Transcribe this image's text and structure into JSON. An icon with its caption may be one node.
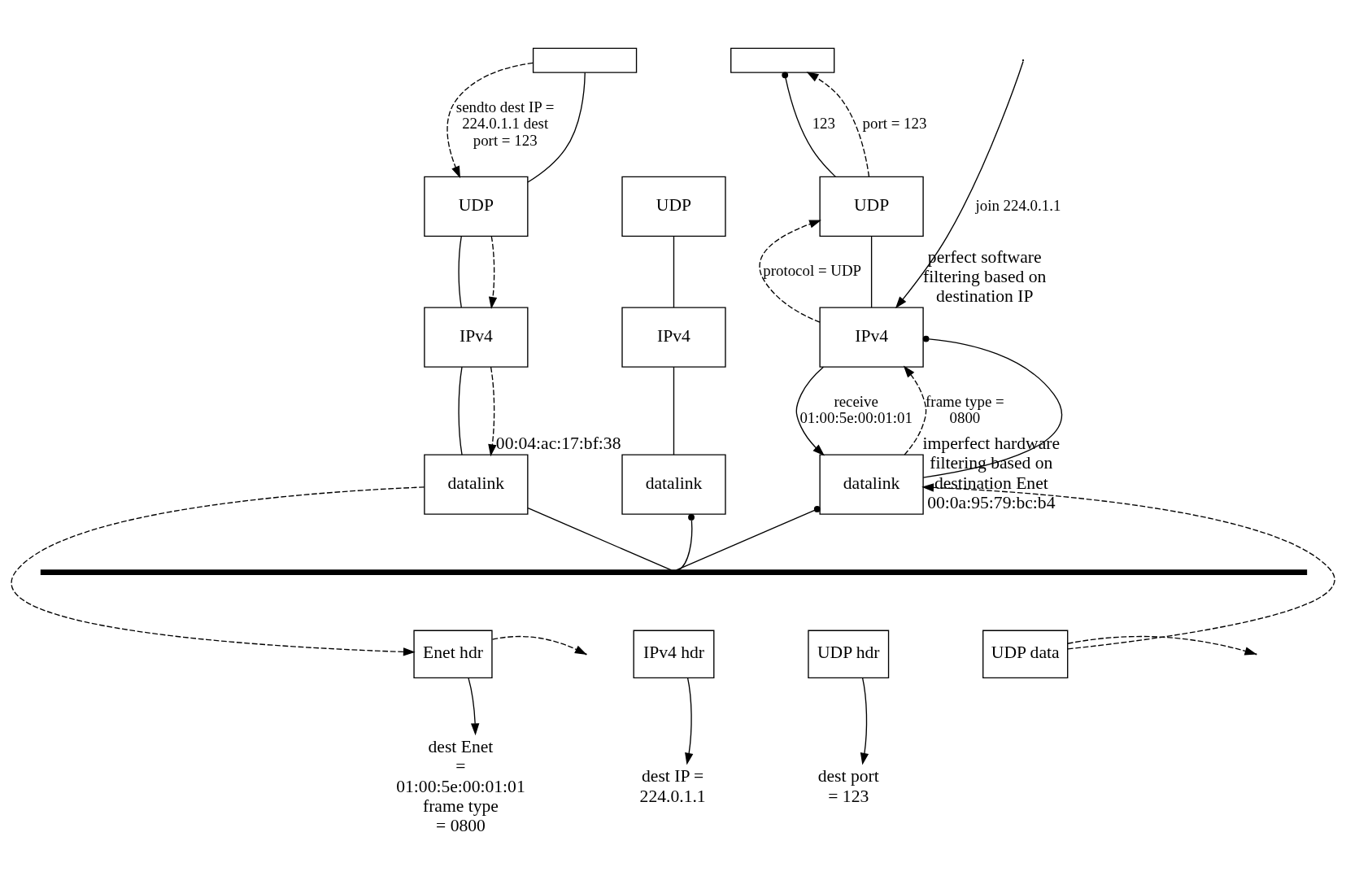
{
  "diagram": {
    "nodes": [
      {
        "text": [],
        "shape": "box"
      },
      {
        "text": [
          "UDP"
        ]
      },
      {
        "text": [
          "IPv4"
        ]
      },
      {
        "text": [
          "datalink"
        ]
      },
      {
        "text": [
          "UDP"
        ]
      },
      {
        "text": [
          "IPv4"
        ]
      },
      {
        "text": [
          "datalink"
        ],
        "beside": [
          "00:04:ac:17:bf:38"
        ]
      },
      {
        "text": [],
        "shape": "box"
      },
      {
        "text": [
          "UDP"
        ]
      },
      {
        "text": [
          "IPv4"
        ],
        "beside": [
          "perfect software filtering based on destination IP"
        ]
      },
      {
        "text": [
          "datalink"
        ],
        "beside": [
          "imperfect hardware filtering based on destination Enet",
          "00:0a:95:79:bc:b4"
        ]
      },
      {
        "text": [],
        "shape": "bar"
      },
      {
        "text": [
          "Enet hdr"
        ]
      },
      {
        "text": [
          "IPv4 hdr"
        ]
      },
      {
        "text": [
          "UDP hdr"
        ]
      },
      {
        "text": [
          "UDP data"
        ]
      },
      {
        "text": [
          "dest Enet = 01:00:5e:00:01:01 frame type = 0800"
        ]
      },
      {
        "text": [
          "dest IP = 224.0.1.1"
        ]
      },
      {
        "text": [
          "dest port = 123"
        ]
      }
    ],
    "edges": [
      {
        "from": 0,
        "to": 1,
        "arrow": "none"
      },
      {
        "from": 0,
        "to": 1,
        "arrow": "to",
        "style": "dashed",
        "label": "sendto dest IP = 224.0.1.1 dest port = 123"
      },
      {
        "from": 1,
        "to": 2,
        "arrow": "none"
      },
      {
        "from": 1,
        "to": 2,
        "arrow": "to",
        "style": "dashed"
      },
      {
        "from": 2,
        "to": 3,
        "arrow": "none"
      },
      {
        "from": 2,
        "to": 3,
        "arrow": "to",
        "style": "dashed"
      },
      {
        "from": 3,
        "to": 11,
        "arrow": "none"
      },
      {
        "from": 3,
        "to": 12,
        "arrow": "to",
        "style": "dashed"
      },
      {
        "from": 12,
        "to": null,
        "arrow": "to",
        "style": "dashed"
      },
      {
        "from": 15,
        "to": null,
        "arrow": "to",
        "style": "dashed"
      },
      {
        "from": 4,
        "to": 5,
        "arrow": "none"
      },
      {
        "from": 5,
        "to": 6,
        "arrow": "none"
      },
      {
        "from": 6,
        "to": 11,
        "arrow": "other"
      },
      {
        "from": 7,
        "to": 8,
        "arrow": "other",
        "label": "123"
      },
      {
        "from": 8,
        "to": 9,
        "arrow": "none"
      },
      {
        "from": 9,
        "to": 10,
        "arrow": "other"
      },
      {
        "from": 10,
        "to": 11,
        "arrow": "other"
      },
      {
        "from": 15,
        "to": 10,
        "arrow": "to",
        "style": "dashed"
      },
      {
        "from": 10,
        "to": 9,
        "arrow": "to",
        "style": "dashed",
        "label": "frame type = 0800"
      },
      {
        "from": 9,
        "to": 8,
        "arrow": "to",
        "style": "dashed",
        "label": "protocol = UDP"
      },
      {
        "from": 8,
        "to": 7,
        "arrow": "to",
        "style": "dashed",
        "label": "port = 123"
      },
      {
        "from": null,
        "to": 9,
        "arrow": "to",
        "label": "join 224.0.1.1"
      },
      {
        "from": 9,
        "to": 10,
        "arrow": "to",
        "label": "receive 01:00:5e:00:01:01"
      },
      {
        "from": 12,
        "to": 16,
        "arrow": "to"
      },
      {
        "from": 13,
        "to": 17,
        "arrow": "to"
      },
      {
        "from": 14,
        "to": 18,
        "arrow": "to"
      }
    ]
  }
}
